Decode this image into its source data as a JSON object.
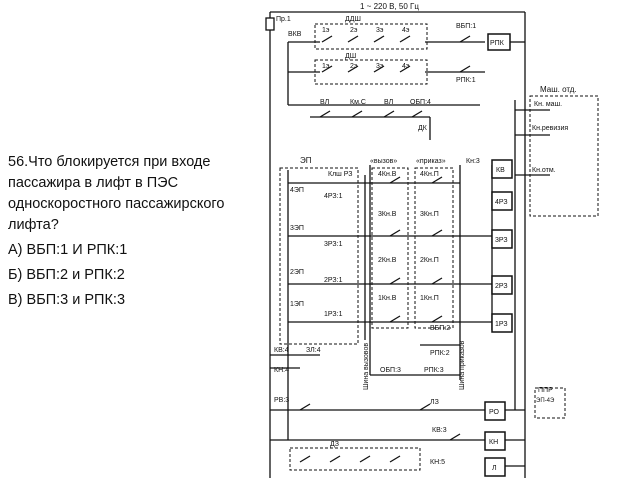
{
  "question": {
    "text": "56.Что блокируется при входе пассажира в лифт в ПЭС односкоростного пассажирского лифта?",
    "options": [
      "А) ВБП:1 И РПК:1",
      "Б) ВБП:2 и РПК:2",
      "В) ВБП:3 и РПК:3"
    ]
  },
  "schematic": {
    "supply": "1 ~ 220 В, 50 Гц",
    "pr": "Пр.1",
    "vkv": "ВКВ",
    "ddsh": "ДДШ",
    "dsh": "ДШ",
    "floor_contacts": [
      "1э",
      "2э",
      "3э",
      "4э"
    ],
    "vbp1": "ВБП:1",
    "rpk_box": "РПК",
    "rpk1": "РПК:1",
    "row2": [
      "ВЛ",
      "Км.С",
      "ВЛ",
      "ОБП:4"
    ],
    "dk": "ДК",
    "machine_room": "Маш. отд.",
    "kn_mach": "Кн. маш.",
    "kn_revision": "Кн.ревизия",
    "kn_stop": "Кн.отм.",
    "ep": "ЭП",
    "vyzov": "«вызов»",
    "prikaz": "«приказ»",
    "kn3": "Кн:3",
    "floor_rows": [
      {
        "ep": "4ЭП",
        "rz": "4РЗ:1",
        "b1": "4Кн.В",
        "b2": "4Кн.П",
        "relay": "4РЗ"
      },
      {
        "ep": "3ЭП",
        "rz": "3РЗ:1",
        "b1": "3Кн.В",
        "b2": "3Кн.П",
        "relay": "3РЗ"
      },
      {
        "ep": "2ЭП",
        "rz": "2РЗ:1",
        "b1": "2Кн.В",
        "b2": "2Кн.П",
        "relay": "2РЗ"
      },
      {
        "ep": "1ЭП",
        "rz": "1РЗ:1",
        "b1": "1Кн.В",
        "b2": "1Кн.П",
        "relay": "1РЗ"
      }
    ],
    "relay_kv": "КВ",
    "kl_rz": "Клш РЗ",
    "vbp2": "ВБП:2",
    "rpk2": "РПК:2",
    "obp3": "ОБП:3",
    "rpk3": "РПК:3",
    "kv4": "КВ:4",
    "zl4": "ЗЛ:4",
    "kn4": "КН:4",
    "rv3": "РВ:3",
    "lz": "ЛЗ",
    "kv3": "КВ:3",
    "dz": "ДЗ",
    "kn5": "КН:5",
    "relay_ro": "РО",
    "relay_kn": "КН",
    "relay_l": "Л",
    "ppr": "ППР",
    "ppr_sub": "ЭП-4Э",
    "bus_calls": "Шина вызовов",
    "bus_orders": "Шина приказов"
  }
}
